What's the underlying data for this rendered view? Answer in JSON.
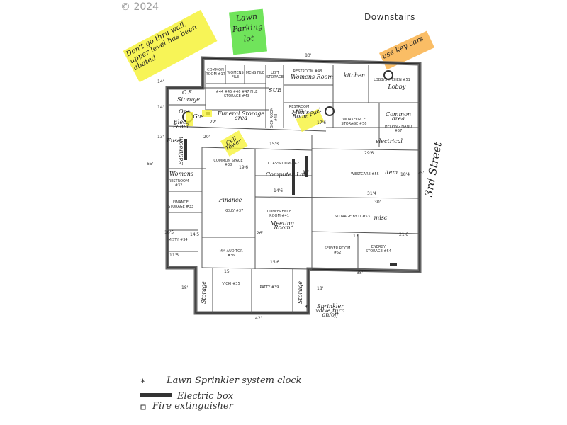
{
  "copyright": "© 2024",
  "header": {
    "title": "Downstairs",
    "note_top_left": "Don't go thru wall, upper level has been abated",
    "note_lawn": "Lawn Parking lot",
    "note_key": "use key cars",
    "street": "3rd Street"
  },
  "dimensions": {
    "top": "80'",
    "bottom": "42'",
    "right_bottom": "38'",
    "left_65": "65'",
    "right_75": "75'",
    "left_14": "14'",
    "left_13": "13'",
    "left_18": "18'",
    "cs_14": "14'",
    "d_22": "22'",
    "d_20": "20'",
    "d_15": "15'",
    "d_16_5": "16'5",
    "d_14_5": "14'5",
    "d_11_5": "11'5",
    "d_14_6": "14'6",
    "d_19_6": "19'6",
    "d_17_6": "17'6",
    "d_31_4": "31'4",
    "d_29_6": "29'6",
    "d_18_4": "18'4",
    "d_15_6": "15'6",
    "d_26": "26'",
    "d_30": "30'",
    "d_21_6": "21'6",
    "d_17": "17'",
    "d_15_3": "15'3",
    "d_18": "18'",
    "d_18b": "18'"
  },
  "rooms": {
    "file_storage": "#44 #45 #46 #47 FILE STORAGE #43",
    "common_room": "COMMON ROOM #17",
    "womens_file": "WOMENS FILE",
    "mens_file": "MENS FILE",
    "left_storage": "LEFT STORAGE",
    "restroom_48": "RESTROOM #48",
    "womens_room": "Womens Room",
    "kitchen": "kitchen",
    "lobby": "LOBBY/KITCHEN #51",
    "lobby_hand": "Lobby",
    "sue": "SUE",
    "sick_room": "SICK ROOM #48",
    "restroom_49": "RESTROOM #49",
    "mens_room": "Men's Room",
    "workforce": "WORKFORCE STORAGE #56",
    "common_area": "Common area",
    "helping_hand": "HELPING HAND #57",
    "cs": "C.S.",
    "storage_left": "Storage",
    "funeral": "Funeral Storage area",
    "gas": "Gas",
    "elec": "Elec. Panel",
    "fuse": "Fuse",
    "bathroom": "Bathroom",
    "common_space": "COMMON SPACE #38",
    "cell_tower": "Cell Tower",
    "classroom": "CLASSROOM #42",
    "computer_lab": "Computer Lab",
    "westcare": "WESTCARE #55",
    "item": "item",
    "womens": "Womens",
    "restroom_32": "RESTROOM #32",
    "finance_storage": "FINANCE STORAGE #33",
    "finance": "Finance",
    "kelly": "KELLY #37",
    "conference": "CONFERENCE ROOM #41",
    "meeting": "Meeting Room",
    "storage_it": "STORAGE BY IT #53",
    "misc": "misc",
    "misty": "MISTY #34",
    "mm_auditor": "MM AUDITOR #36",
    "server": "SERVER ROOM #52",
    "energy": "ENERGY STORAGE #54",
    "vicki": "VICKI #35",
    "patty": "PATTY #39",
    "storage_a": "Storage",
    "storage_b": "Storage",
    "sprinkler_note": "Sprinkler valve turn on/off",
    "ops": "Ops",
    "electrical": "electrical",
    "fuel": "Fuel"
  },
  "legend": {
    "sprinkler": "Lawn Sprinkler system clock",
    "electric": "Electric box",
    "fire": "Fire extinguisher"
  }
}
